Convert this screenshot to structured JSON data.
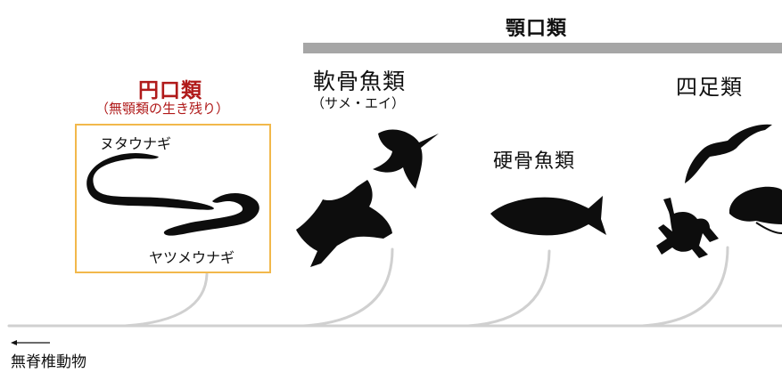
{
  "gnathostomes": {
    "title": "顎口類"
  },
  "cyclostomes": {
    "title": "円口類",
    "subtitle": "（無顎類の生き残り）",
    "hagfish": "ヌタウナギ",
    "lamprey": "ヤツメウナギ"
  },
  "chondrichthyes": {
    "title": "軟骨魚類",
    "subtitle": "（サメ・エイ）"
  },
  "osteichthyes": {
    "title": "硬骨魚類"
  },
  "tetrapods": {
    "title": "四足類"
  },
  "invertebrates": {
    "label": "無脊椎動物"
  },
  "colors": {
    "cyclostome_red": "#b01a1a",
    "box_border": "#f2b84b",
    "bar_gray": "#a6a6a6",
    "branch_gray": "#d0d0d0",
    "silhouette": "#0d0d0d"
  }
}
